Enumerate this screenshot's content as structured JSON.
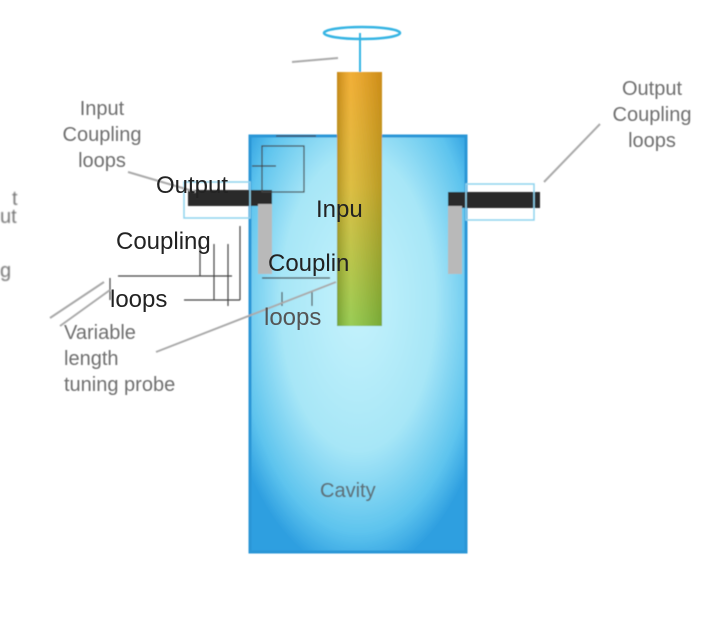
{
  "labels": {
    "input_loops_left": [
      "Input",
      "Coupling",
      "loops"
    ],
    "output_loops_right": [
      "Output",
      "Coupling",
      "loops"
    ],
    "tuning_probe": [
      "Variable",
      "length",
      "tuning probe"
    ],
    "cavity": "Cavity",
    "overlay_output": [
      "Output",
      "Coupling",
      "loops"
    ],
    "overlay_input": [
      "Inpu",
      "Couplin",
      "loops"
    ],
    "edge_fragments": [
      "t",
      "ut",
      "g"
    ]
  },
  "colors": {
    "cavity_edge": "#2e9fe0",
    "cavity_center": "#bff0fb",
    "probe_top": "#f0a41c",
    "probe_bottom": "#8cc63f",
    "loop_bar": "#2b2b2b",
    "loop_leg": "#b9b9b9",
    "ring": "#35b4e3",
    "leader_line": "#aaaaaa"
  }
}
